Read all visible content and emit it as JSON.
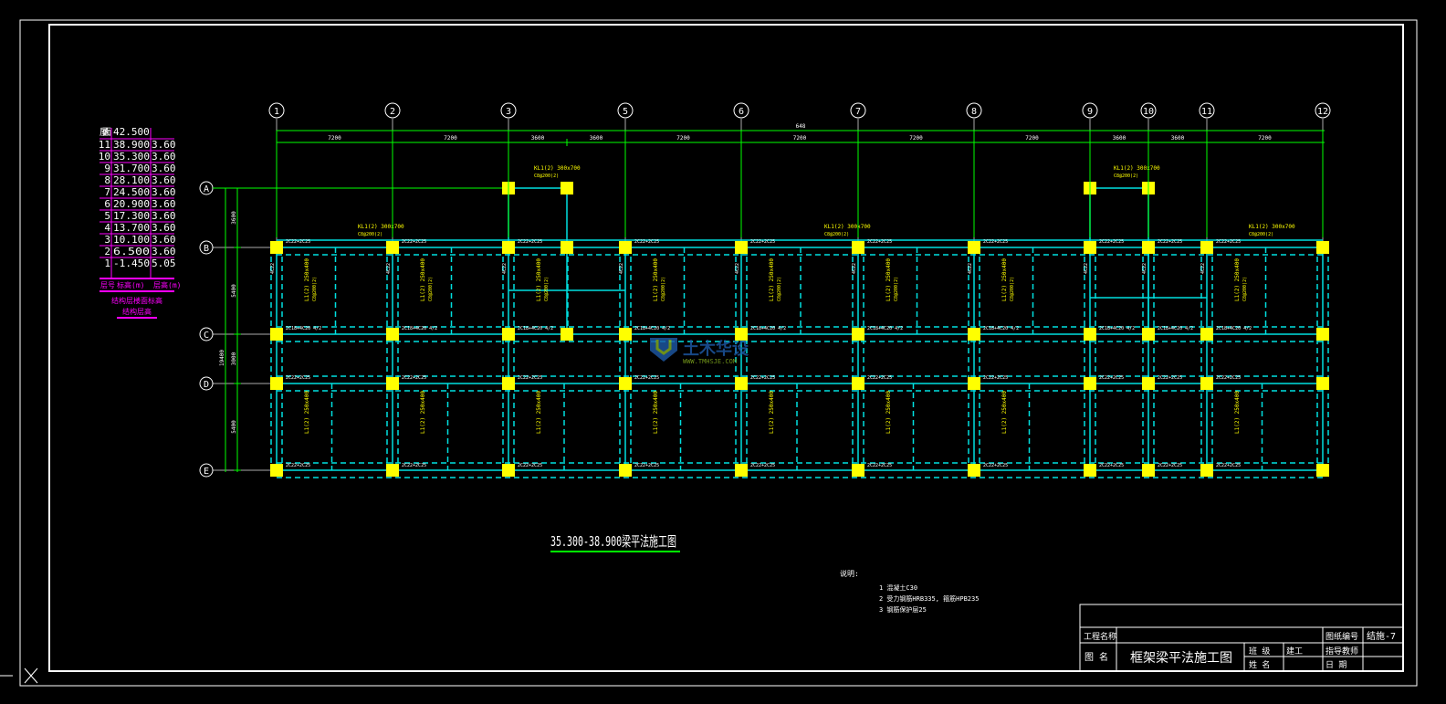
{
  "drawing_title": "35.300-38.900梁平法施工图",
  "axes_x": [
    {
      "label": "1"
    },
    {
      "label": "2"
    },
    {
      "label": "3"
    },
    {
      "label": "5"
    },
    {
      "label": "6"
    },
    {
      "label": "7"
    },
    {
      "label": "8"
    },
    {
      "label": "9"
    },
    {
      "label": "10"
    },
    {
      "label": "11"
    },
    {
      "label": "12"
    }
  ],
  "axes_y": [
    {
      "label": "A"
    },
    {
      "label": "B"
    },
    {
      "label": "C"
    },
    {
      "label": "D"
    },
    {
      "label": "E"
    }
  ],
  "dims_top": [
    "7200",
    "7200",
    "3600",
    "3600",
    "7200",
    "7200",
    "7200",
    "7200",
    "3600",
    "3600",
    "7200"
  ],
  "dim_total_top": "648",
  "dims_left": [
    "3600",
    "5400",
    "3000",
    "5400"
  ],
  "dim_total_left": "19400",
  "level_table": {
    "roof_label": "屋面",
    "roof_elev": "42.500",
    "rows": [
      {
        "floor": "11",
        "elev": "38.900",
        "height": "3.60"
      },
      {
        "floor": "10",
        "elev": "35.300",
        "height": "3.60"
      },
      {
        "floor": "9",
        "elev": "31.700",
        "height": "3.60"
      },
      {
        "floor": "8",
        "elev": "28.100",
        "height": "3.60"
      },
      {
        "floor": "7",
        "elev": "24.500",
        "height": "3.60"
      },
      {
        "floor": "6",
        "elev": "20.900",
        "height": "3.60"
      },
      {
        "floor": "5",
        "elev": "17.300",
        "height": "3.60"
      },
      {
        "floor": "4",
        "elev": "13.700",
        "height": "3.60"
      },
      {
        "floor": "3",
        "elev": "10.100",
        "height": "3.60"
      },
      {
        "floor": "2",
        "elev": "6.500",
        "height": "3.60"
      },
      {
        "floor": "1",
        "elev": "-1.450",
        "height": "5.05"
      }
    ],
    "header": [
      "层号",
      "标高(m)",
      "层高(m)"
    ],
    "caption_1": "结构层楼面标高",
    "caption_2": "结构层高"
  },
  "beam_labels": {
    "top_rebar": "2C22+2C25",
    "bottom_rebar": "2C18+4C20 4/2",
    "span_label": "L1(2) 250x400",
    "span_detail": "C8@200(2)",
    "kl_label": "KL1(2) 300x700",
    "side_rebar": "4C22"
  },
  "notes": {
    "heading": "说明:",
    "items": [
      "1 混凝土C30",
      "2 受力钢筋HRB335, 箍筋HPB235",
      "3 钢筋保护层25"
    ]
  },
  "title_block": {
    "project_name_label": "工程名称",
    "drawing_name_label": "图 名",
    "drawing_name": "框架梁平法施工图",
    "class_label": "班 级",
    "class_value": "建工",
    "name_label": "姓 名",
    "drawing_no_label": "图纸编号",
    "drawing_no": "结施-7",
    "advisor_label": "指导教师",
    "date_label": "日 期"
  },
  "watermark": {
    "text": "土木华设",
    "url": "WWW.TMHSJE.COM"
  },
  "colors": {
    "column": "#ffff00",
    "beam": "#00e0e0",
    "dim": "#00ff00",
    "level_table": "#ff00ff",
    "text": "#ffffff",
    "annotation": "#ffff00"
  }
}
